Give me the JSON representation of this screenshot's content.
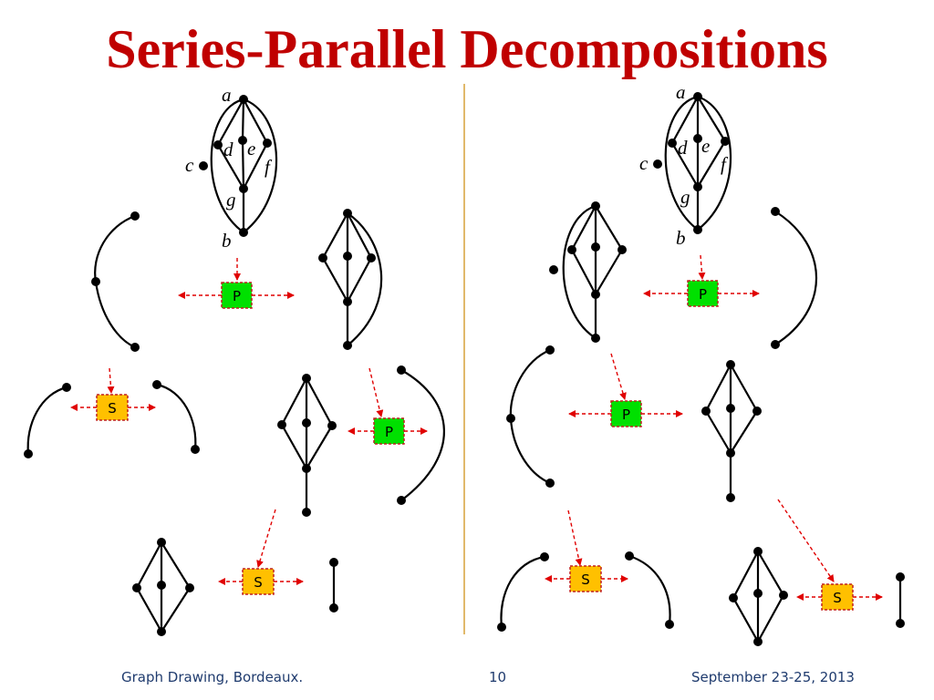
{
  "slide": {
    "title": "Series-Parallel Decompositions",
    "footer_left": "Graph Drawing, Bordeaux.",
    "footer_center": "10",
    "footer_right": "September 23-25, 2013"
  },
  "vertex_labels": {
    "a": "a",
    "b": "b",
    "c": "c",
    "d": "d",
    "e": "e",
    "f": "f",
    "g": "g"
  },
  "node_labels": {
    "parallel": "P",
    "series": "S"
  },
  "colors": {
    "title": "#c00000",
    "parallel_box": "#00e000",
    "series_box": "#ffc000",
    "arrow": "#e00000",
    "divider": "#d7a23a",
    "footer": "#1f3b6e"
  }
}
